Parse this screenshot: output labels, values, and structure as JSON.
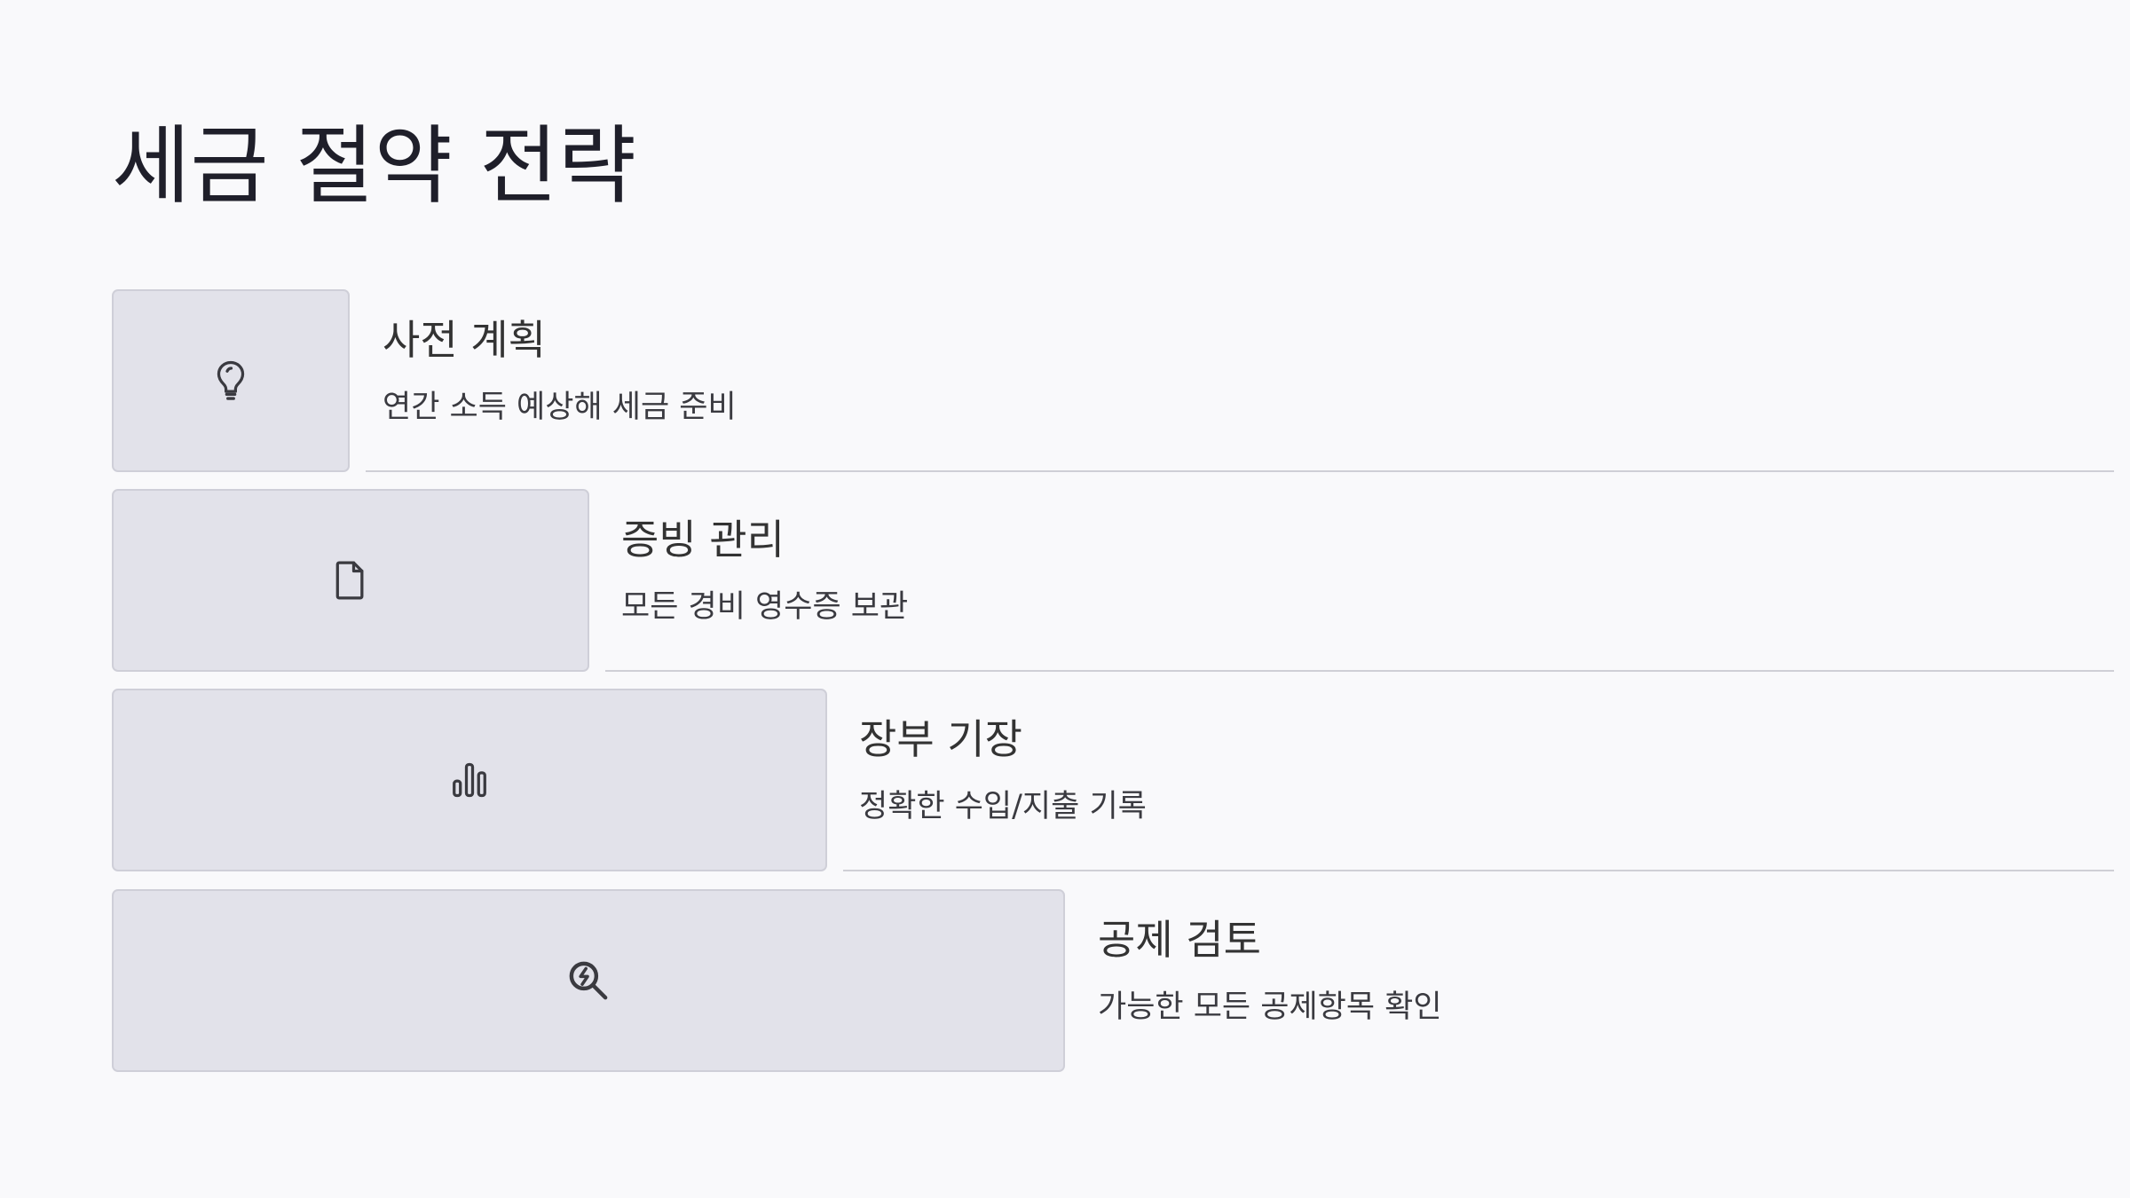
{
  "title": "세금 절약 전략",
  "steps": [
    {
      "heading": "사전 계획",
      "description": "연간 소득 예상해 세금 준비",
      "icon": "lightbulb-icon"
    },
    {
      "heading": "증빙 관리",
      "description": "모든 경비 영수증 보관",
      "icon": "document-icon"
    },
    {
      "heading": "장부 기장",
      "description": "정확한 수입/지출 기록",
      "icon": "bar-chart-icon"
    },
    {
      "heading": "공제 검토",
      "description": "가능한 모든 공제항목 확인",
      "icon": "search-lightning-icon"
    }
  ],
  "colors": {
    "background": "#f9f9fb",
    "icon_box": "#e2e2ea",
    "icon_box_border": "#cfcfd8",
    "divider": "#cfcfd6",
    "text": "#1f1f2a"
  }
}
